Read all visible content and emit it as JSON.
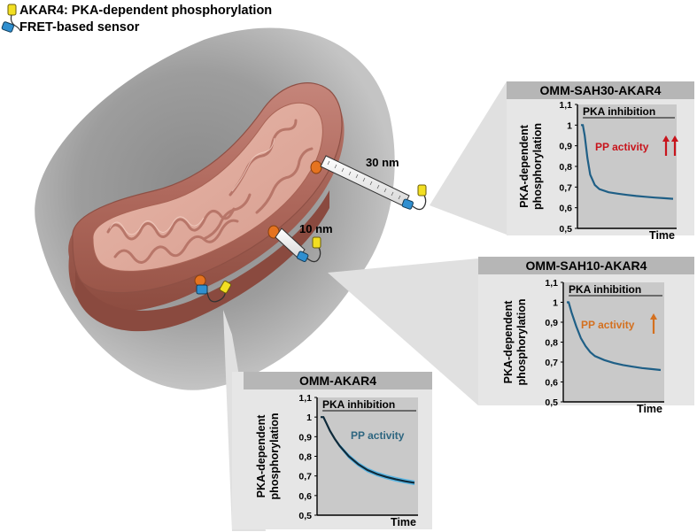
{
  "legend": {
    "line1": "AKAR4: PKA-dependent phosphorylation",
    "line2": "FRET-based sensor"
  },
  "diagram": {
    "distance_far": "30 nm",
    "distance_near": "10 nm"
  },
  "colors": {
    "sensor_blue": "#2f8fd0",
    "sensor_yellow": "#f2df22",
    "anchor_orange": "#e5731f",
    "trace_blue": "#1f5f86",
    "trace_band": "#4fb4e6",
    "pp_strong": "#c8141c",
    "pp_medium": "#d4701f",
    "pp_weak": "#2e6680",
    "panel_bg": "#e6e6e6",
    "header_bg": "#b6b6b6",
    "plot_bg": "#c9c9c9"
  },
  "chart_data": [
    {
      "type": "line",
      "title": "OMM-SAH30-AKAR4",
      "ylabel": "PKA-dependent phosphorylation",
      "xlabel": "Time",
      "ylim": [
        0.5,
        1.1
      ],
      "yticks": [
        "1,1",
        "1",
        "0,9",
        "0,8",
        "0,7",
        "0,6",
        "0,5"
      ],
      "bar_label": "PKA inhibition",
      "annotation": "PP activity",
      "annotation_color": "#c8141c",
      "arrows": 2,
      "arrow_color": "#c8141c",
      "band": 0.003,
      "series": [
        {
          "x": [
            0,
            0.02,
            0.04,
            0.07,
            0.1,
            0.15,
            0.2,
            0.3,
            0.4,
            0.5,
            0.6,
            0.7,
            0.8,
            0.9,
            1.0
          ],
          "y": [
            1.0,
            1.0,
            0.95,
            0.84,
            0.76,
            0.71,
            0.69,
            0.675,
            0.668,
            0.662,
            0.657,
            0.653,
            0.649,
            0.646,
            0.643
          ]
        }
      ]
    },
    {
      "type": "line",
      "title": "OMM-SAH10-AKAR4",
      "ylabel": "PKA-dependent phosphorylation",
      "xlabel": "Time",
      "ylim": [
        0.5,
        1.1
      ],
      "yticks": [
        "1,1",
        "1",
        "0,9",
        "0,8",
        "0,7",
        "0,6",
        "0,5"
      ],
      "bar_label": "PKA inhibition",
      "annotation": "PP activity",
      "annotation_color": "#d4701f",
      "arrows": 1,
      "arrow_color": "#d4701f",
      "band": 0.004,
      "series": [
        {
          "x": [
            0,
            0.02,
            0.05,
            0.1,
            0.15,
            0.2,
            0.25,
            0.3,
            0.4,
            0.5,
            0.6,
            0.7,
            0.8,
            0.9,
            1.0
          ],
          "y": [
            1.0,
            1.0,
            0.95,
            0.88,
            0.82,
            0.78,
            0.75,
            0.73,
            0.71,
            0.695,
            0.685,
            0.677,
            0.67,
            0.665,
            0.66
          ]
        }
      ]
    },
    {
      "type": "line",
      "title": "OMM-AKAR4",
      "ylabel": "PKA-dependent phosphorylation",
      "xlabel": "Time",
      "ylim": [
        0.5,
        1.1
      ],
      "yticks": [
        "1,1",
        "1",
        "0,9",
        "0,8",
        "0,7",
        "0,6",
        "0,5"
      ],
      "bar_label": "PKA inhibition",
      "annotation": "PP activity",
      "annotation_color": "#2e6680",
      "arrows": 0,
      "arrow_color": "#2e6680",
      "band": 0.012,
      "series": [
        {
          "x": [
            0,
            0.03,
            0.06,
            0.1,
            0.15,
            0.2,
            0.3,
            0.4,
            0.5,
            0.6,
            0.7,
            0.8,
            0.9,
            1.0
          ],
          "y": [
            1.0,
            1.0,
            0.97,
            0.93,
            0.89,
            0.855,
            0.8,
            0.76,
            0.73,
            0.71,
            0.695,
            0.683,
            0.673,
            0.665
          ]
        }
      ]
    }
  ]
}
